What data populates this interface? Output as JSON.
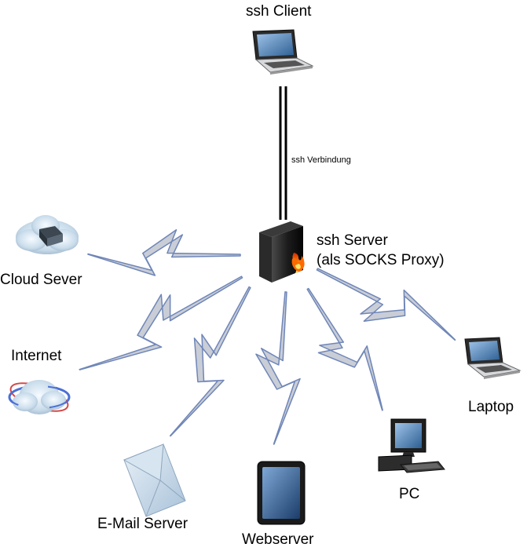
{
  "nodes": {
    "ssh_client": {
      "label": "ssh Client",
      "icon": "laptop-icon"
    },
    "ssh_server": {
      "label_line1": "ssh Server",
      "label_line2": "(als SOCKS Proxy)",
      "icon": "server-firewall-icon"
    },
    "cloud_server": {
      "label": "Cloud Sever",
      "icon": "cloud-server-icon"
    },
    "internet": {
      "label": "Internet",
      "icon": "globe-cloud-icon"
    },
    "email_server": {
      "label": "E-Mail Server",
      "icon": "envelope-icon"
    },
    "webserver": {
      "label": "Webserver",
      "icon": "tablet-icon"
    },
    "pc": {
      "label": "PC",
      "icon": "desktop-pc-icon"
    },
    "laptop": {
      "label": "Laptop",
      "icon": "laptop-icon"
    }
  },
  "edges": {
    "ssh_connection": {
      "label": "ssh Verbindung",
      "style": "double-line"
    },
    "wireless_style": "lightning-bolt"
  },
  "colors": {
    "bolt_fill": "#c9cdd6",
    "bolt_stroke": "#6f86b8",
    "line": "#000000"
  }
}
